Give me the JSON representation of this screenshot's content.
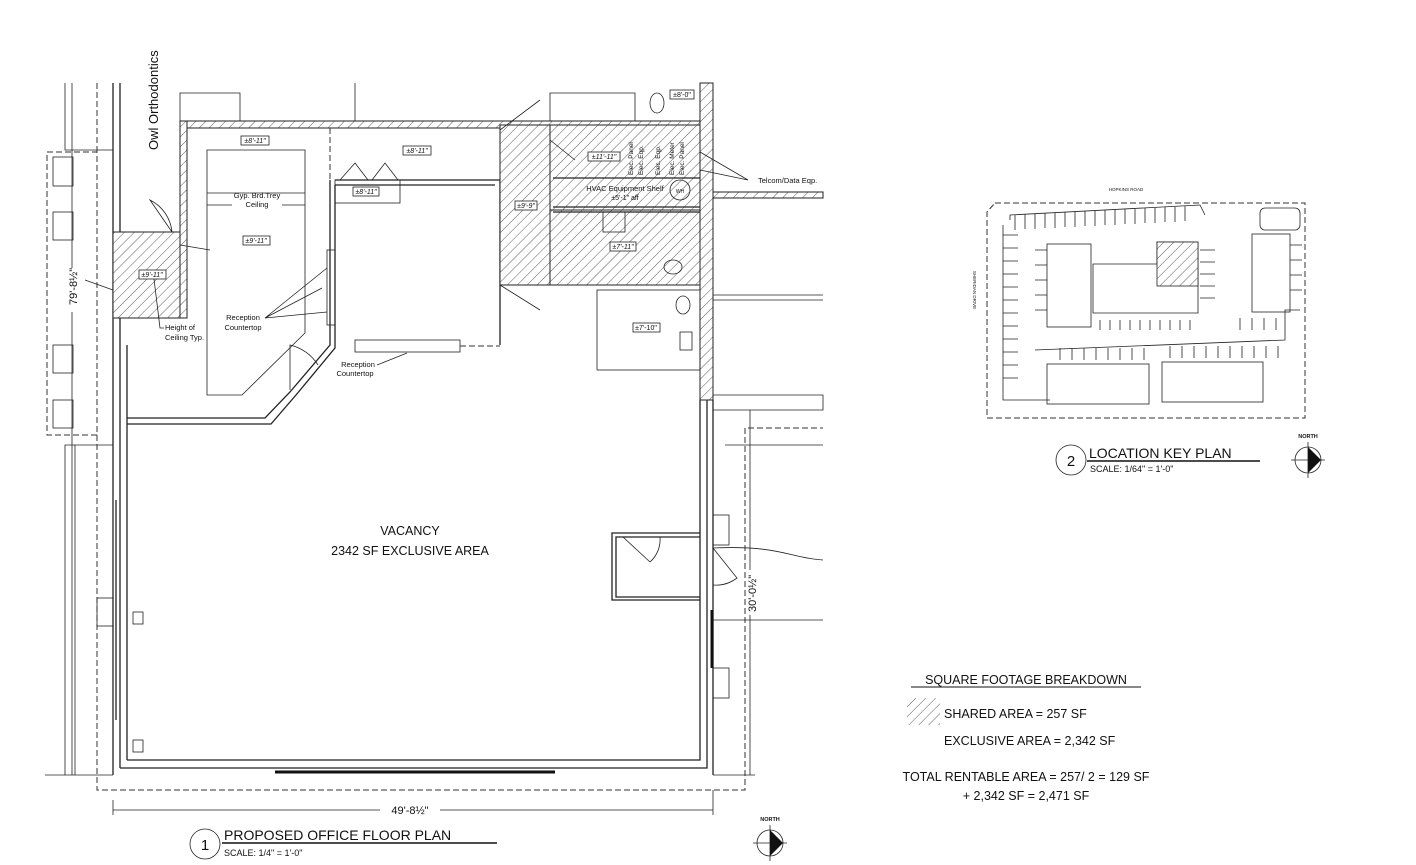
{
  "floor_plan": {
    "tenant_label": "Owl Orthodontics",
    "space_name": "VACANCY",
    "space_area": "2342 SF EXCLUSIVE AREA",
    "ceiling_heights": [
      "±8'-11\"",
      "±8'-11\"",
      "±8'-11\"",
      "±9'-11\"",
      "±9'-11\"",
      "±9'-9\"",
      "±11'-11\"",
      "±7'-11\"",
      "±7'-10\"",
      "±8'-0\""
    ],
    "notes": {
      "trey_ceiling_1": "Gyp. Brd.Trey",
      "trey_ceiling_2": "Ceiling",
      "reception_1": "Reception",
      "reception_2": "Countertop",
      "ceiling_typ_1": "Height of",
      "ceiling_typ_2": "Ceiling Typ.",
      "telcom": "Telcom/Data Eqp.",
      "hvac_1": "HVAC Equipment Shelf",
      "hvac_2": "±5'-1\" aff",
      "water_heater": "WH",
      "elec_panels": [
        "Elec. Panel",
        "Elec. Eqp.",
        "Elec. Eqp.",
        "Elec. Meter",
        "Elec. Panel"
      ]
    },
    "dimensions": {
      "vertical_left": "79'-8½\"",
      "horizontal_bottom": "49'-8½\"",
      "vertical_right": "30'-0½\""
    },
    "title": {
      "number": "1",
      "name": "PROPOSED OFFICE FLOOR PLAN",
      "scale": "SCALE: 1/4\" = 1'-0\""
    },
    "north_label": "NORTH"
  },
  "key_plan": {
    "road_top": "HOPKINS ROAD",
    "road_left": "SHERIDAN DRIVE",
    "title": {
      "number": "2",
      "name": "LOCATION KEY PLAN",
      "scale": "SCALE: 1/64\" = 1'-0\""
    },
    "north_label": "NORTH"
  },
  "breakdown": {
    "heading": "SQUARE FOOTAGE BREAKDOWN",
    "shared": "SHARED AREA = 257 SF",
    "exclusive": "EXCLUSIVE AREA = 2,342 SF",
    "total_1": "TOTAL RENTABLE AREA = 257/ 2 = 129 SF",
    "total_2": "+ 2,342 SF  = 2,471 SF"
  }
}
